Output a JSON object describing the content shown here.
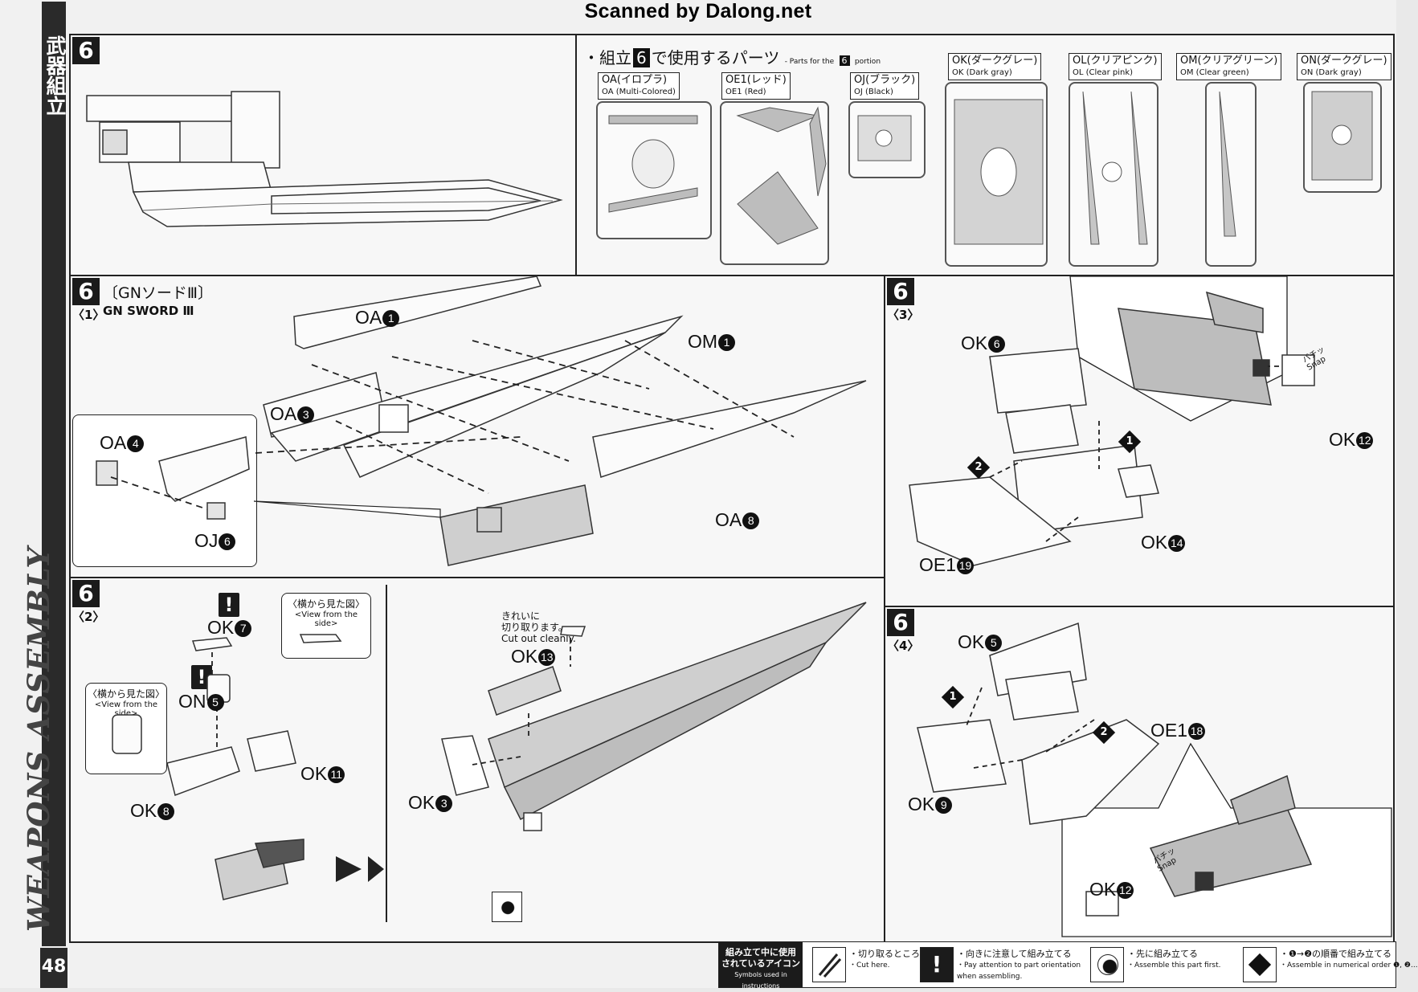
{
  "header": {
    "watermark": "Scanned by Dalong.net"
  },
  "side": {
    "section_jp": "武器組立",
    "section_en": "WEAPONS ASSEMBLY",
    "page_number": "48"
  },
  "step6_top": {
    "number": "6",
    "parts_title_jp": "・組立",
    "parts_title_num": "6",
    "parts_title_jp2": "で使用するパーツ",
    "parts_for": "- Parts for the",
    "parts_for_num": "6",
    "parts_for_end": "portion",
    "runners": [
      {
        "jp": "OA(イロプラ)",
        "en": "OA (Multi-Colored)"
      },
      {
        "jp": "OE1(レッド)",
        "en": "OE1 (Red)"
      },
      {
        "jp": "OJ(ブラック)",
        "en": "OJ (Black)"
      },
      {
        "jp": "OK(ダークグレー)",
        "en": "OK (Dark gray)"
      },
      {
        "jp": "OL(クリアピンク)",
        "en": "OL (Clear pink)"
      },
      {
        "jp": "OM(クリアグリーン)",
        "en": "OM (Clear green)"
      },
      {
        "jp": "ON(ダークグレー)",
        "en": "ON (Dark gray)"
      }
    ]
  },
  "step6_1": {
    "number": "6",
    "sub": "〈1〉",
    "title_jp": "〔GNソードⅢ〕",
    "title_en": "GN SWORD Ⅲ",
    "parts": [
      {
        "name": "OA",
        "num": "1"
      },
      {
        "name": "OM",
        "num": "1"
      },
      {
        "name": "OA",
        "num": "3"
      },
      {
        "name": "OA",
        "num": "4"
      },
      {
        "name": "OJ",
        "num": "6"
      },
      {
        "name": "OA",
        "num": "8"
      }
    ]
  },
  "step6_2": {
    "number": "6",
    "sub": "〈2〉",
    "view_jp": "〈横から見た図〉",
    "view_en": "<View from the side>",
    "cut_jp1": "きれいに",
    "cut_jp2": "切り取ります。",
    "cut_en": "Cut out cleanly.",
    "parts": [
      {
        "name": "OK",
        "num": "7"
      },
      {
        "name": "ON",
        "num": "5"
      },
      {
        "name": "OK",
        "num": "11"
      },
      {
        "name": "OK",
        "num": "8"
      },
      {
        "name": "OK",
        "num": "13"
      },
      {
        "name": "OK",
        "num": "3"
      }
    ]
  },
  "step6_3": {
    "number": "6",
    "sub": "〈3〉",
    "snap_jp": "パチッ",
    "snap_en": "Snap",
    "parts": [
      {
        "name": "OK",
        "num": "6"
      },
      {
        "name": "OK",
        "num": "12"
      },
      {
        "name": "OK",
        "num": "14"
      },
      {
        "name": "OE1",
        "num": "19"
      }
    ],
    "order": [
      "1",
      "2"
    ]
  },
  "step6_4": {
    "number": "6",
    "sub": "〈4〉",
    "snap_jp": "パチッ",
    "snap_en": "Snap",
    "parts": [
      {
        "name": "OK",
        "num": "5"
      },
      {
        "name": "OE1",
        "num": "18"
      },
      {
        "name": "OK",
        "num": "9"
      },
      {
        "name": "OK",
        "num": "12"
      }
    ],
    "order": [
      "1",
      "2"
    ]
  },
  "footer": {
    "title_jp1": "組み立て中に使用",
    "title_jp2": "されているアイコン",
    "title_en": "Symbols used in instructions",
    "items": [
      {
        "jp": "・切り取るところ",
        "en": "・Cut here."
      },
      {
        "jp": "・向きに注意して組み立てる",
        "en": "・Pay attention to part orientation",
        "en2": "when assembling."
      },
      {
        "jp": "・先に組み立てる",
        "en": "・Assemble this part first."
      },
      {
        "jp": "・❶→❷の順番で組み立てる",
        "en": "・Assemble in numerical order ❶, ❷..."
      }
    ]
  }
}
